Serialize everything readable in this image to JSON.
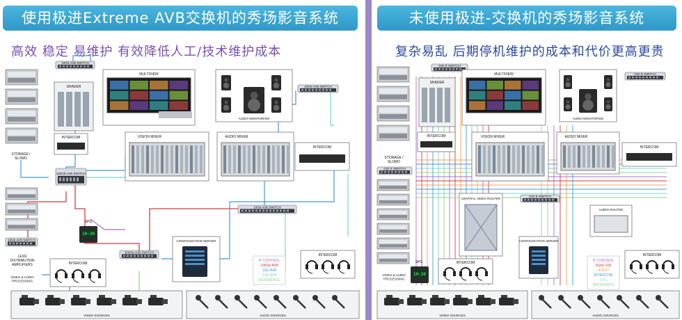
{
  "colors": {
    "banner": "#3aa8d6",
    "divider": "#9b88c4",
    "left_subtitle": "#7b4fb3",
    "right_subtitle": "#2a4aa0",
    "line_ip_control": "#b06ad0",
    "line_1000gb_avb": "#d83a3a",
    "line_10g_avb": "#3d9ad8",
    "line_1g_avb": "#7bd4d0",
    "line_reference": "#8fd68a",
    "line_sdi": "#d83a3a",
    "line_audio": "#f0a15a"
  },
  "left": {
    "title": "使用极进Extreme AVB交换机的秀场影音系统",
    "subtitle": "高效 稳定 易维护 有效降低人工/技术维护成本",
    "labels": {
      "avb_switch_top": "10Gb AVB SWITCH",
      "multiview": "MULTIVIEW",
      "shader": "SHADER",
      "audio_monitoring": "AUDIO MONITORING",
      "avb_switch_right": "10Gb AVB SWITCH",
      "intercom_top": "INTERCOM",
      "storage": "STORAGE /\nSLOMO",
      "vision_mixer": "VISION MIXER",
      "audio_mixer": "AUDIO MIXER",
      "intercom_right": "INTERCOM",
      "avb_switch_core": "100Gb AVB SWITCH",
      "avb_switch_mid": "10Gb AVB SWITCH",
      "spg": "SPG",
      "spg_display": "10:30",
      "avb_switch_left": "10Gb AVB SWITCH",
      "less_dist": "LESS\nDISTRIBUTION\nAMPLIFIERS",
      "video_audio_proc": "VIDEO & AUDIO\nPROCESSING",
      "intercom_bottom": "INTERCOM",
      "avb_switch_bottom": "100Gb AVB SWITCH",
      "config_server": "CONFIGURATION SERVER",
      "intercom_br": "INTERCOM",
      "video_sources": "VIDEO SOURCES",
      "audio_sources": "AUDIO SOURCES"
    },
    "legend": [
      {
        "label": "IP CONTROL",
        "color": "#b06ad0"
      },
      {
        "label": "100Gb AVB",
        "color": "#d83a3a"
      },
      {
        "label": "10G AVB",
        "color": "#3d9ad8"
      },
      {
        "label": "1GG AVB",
        "color": "#7bd4d0"
      },
      {
        "label": "REFERENCE",
        "color": "#8fd68a"
      }
    ]
  },
  "right": {
    "title": "未使用极进-交换机的秀场影音系统",
    "subtitle": "复杂易乱 后期停机维护的成本和代价更高更贵",
    "labels": {
      "gige_top": "GIG E SWITCH",
      "multiview": "MULTIVIEW",
      "shader": "SHADER",
      "audio_monitoring": "AUDIO MONITORING",
      "gige_right": "GIG E SWITCH",
      "intercom_top": "INTERCOM",
      "vision_mixer": "VISION MIXER",
      "audio_mixer": "AUDIO MIXER",
      "intercom_right": "INTERCOM",
      "storage": "STORAGE /\nSLOMO",
      "gige_left": "GIG E SWITCH",
      "central_router": "CENTRAL VIDEO ROUTER",
      "gige_mid": "GIG E SWITCH",
      "audio_router": "AUDIO ROUTER",
      "config_server": "CONFIGURATION SERVER",
      "spg": "SPG",
      "spg_display": "10:30",
      "intercom_bottom": "INTERCOM",
      "video_audio_proc": "VIDEO & AUDIO\nPROCESSING",
      "intercom_br": "INTERCOM",
      "video_sources": "VIDEO SOURCES",
      "audio_sources": "AUDIO SOURCES"
    },
    "legend": [
      {
        "label": "IP CONTROL",
        "color": "#b06ad0"
      },
      {
        "label": "3Gb/s SDI",
        "color": "#d83a3a"
      },
      {
        "label": "AUDIO",
        "color": "#f0a15a"
      },
      {
        "label": "INTERCOM",
        "color": "#3d9ad8"
      },
      {
        "label": "LTC",
        "color": "#7bd4d0"
      },
      {
        "label": "REFERENCE",
        "color": "#8fd68a"
      }
    ]
  }
}
